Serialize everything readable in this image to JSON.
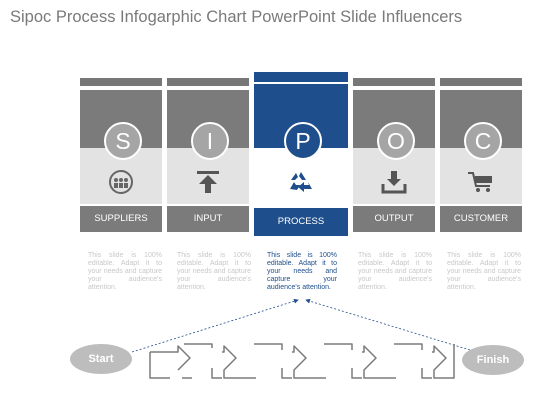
{
  "title": "Sipoc Process Infogarphic Chart PowerPoint Slide Influencers",
  "columns": [
    {
      "letter": "S",
      "label": "SUPPLIERS",
      "icon": "people-icon",
      "description": "This slide is 100% editable. Adapt it to your needs and capture your audience's attention."
    },
    {
      "letter": "I",
      "label": "INPUT",
      "icon": "arrow-up-tray-icon",
      "description": "This slide is 100% editable. Adapt it to your needs and capture your audience's attention."
    },
    {
      "letter": "P",
      "label": "PROCESS",
      "icon": "recycle-icon",
      "description": "This slide is 100% editable. Adapt it to your needs and capture your audience's attention."
    },
    {
      "letter": "O",
      "label": "OUTPUT",
      "icon": "download-icon",
      "description": "This slide is 100% editable. Adapt it to your needs and capture your audience's attention."
    },
    {
      "letter": "C",
      "label": "CUSTOMER",
      "icon": "shopping-cart-icon",
      "description": "This slide is 100% editable. Adapt it to your needs and capture your audience's attention."
    }
  ],
  "highlighted_column": "PROCESS",
  "flow": {
    "start": "Start",
    "finish": "Finish"
  },
  "colors": {
    "accent": "#1f4e8c",
    "gray": "#7b7b7b",
    "light": "#e3e3e3"
  }
}
